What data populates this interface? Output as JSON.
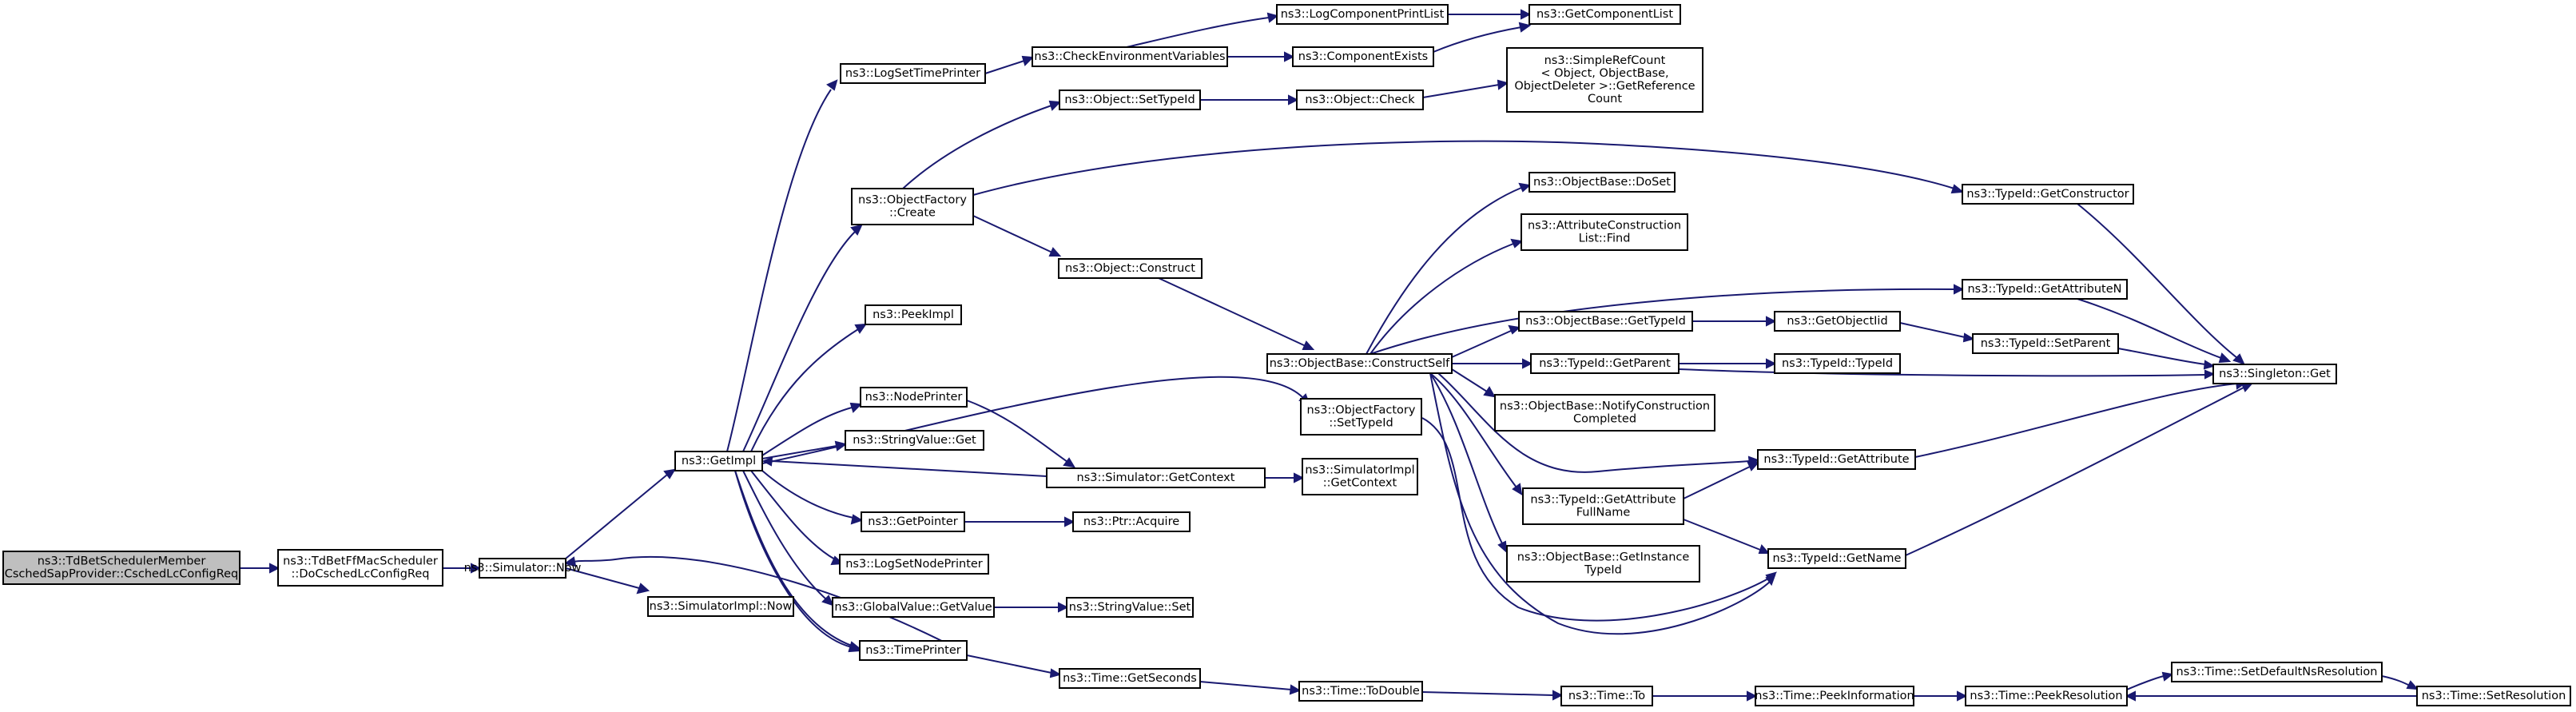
{
  "graph": {
    "edge_color": "#191970",
    "root_fill": "#bfbfbf",
    "node_fill": "#ffffff",
    "nodes": [
      {
        "id": "root",
        "root": true,
        "lines": [
          "ns3::TdBetSchedulerMember",
          "CschedSapProvider::CschedLcConfigReq"
        ]
      },
      {
        "id": "docsched",
        "lines": [
          "ns3::TdBetFfMacScheduler",
          "::DoCschedLcConfigReq"
        ]
      },
      {
        "id": "simnow",
        "lines": [
          "ns3::Simulator::Now"
        ]
      },
      {
        "id": "getimpl",
        "lines": [
          "ns3::GetImpl"
        ]
      },
      {
        "id": "simimplnow",
        "lines": [
          "ns3::SimulatorImpl::Now"
        ]
      },
      {
        "id": "logsettp",
        "lines": [
          "ns3::LogSetTimePrinter"
        ]
      },
      {
        "id": "checkenv",
        "lines": [
          "ns3::CheckEnvironmentVariables"
        ]
      },
      {
        "id": "logcpl",
        "lines": [
          "ns3::LogComponentPrintList"
        ]
      },
      {
        "id": "getcomplist",
        "lines": [
          "ns3::GetComponentList"
        ]
      },
      {
        "id": "compexists",
        "lines": [
          "ns3::ComponentExists"
        ]
      },
      {
        "id": "ofcreate",
        "lines": [
          "ns3::ObjectFactory",
          "::Create"
        ]
      },
      {
        "id": "objsettypeid",
        "lines": [
          "ns3::Object::SetTypeId"
        ]
      },
      {
        "id": "objcheck",
        "lines": [
          "ns3::Object::Check"
        ]
      },
      {
        "id": "simplerefcount",
        "lines": [
          "ns3::SimpleRefCount",
          "< Object, ObjectBase,",
          " ObjectDeleter >::GetReference",
          "Count"
        ]
      },
      {
        "id": "typeidgetctor",
        "lines": [
          "ns3::TypeId::GetConstructor"
        ]
      },
      {
        "id": "objconstruct",
        "lines": [
          "ns3::Object::Construct"
        ]
      },
      {
        "id": "peekimpl",
        "lines": [
          "ns3::PeekImpl"
        ]
      },
      {
        "id": "nodeprinter",
        "lines": [
          "ns3::NodePrinter"
        ]
      },
      {
        "id": "strvalget",
        "lines": [
          "ns3::StringValue::Get"
        ]
      },
      {
        "id": "simgetctx",
        "lines": [
          "ns3::Simulator::GetContext"
        ]
      },
      {
        "id": "simimplgetctx",
        "lines": [
          "ns3::SimulatorImpl",
          "::GetContext"
        ]
      },
      {
        "id": "getpointer",
        "lines": [
          "ns3::GetPointer"
        ]
      },
      {
        "id": "ptracquire",
        "lines": [
          "ns3::Ptr::Acquire"
        ]
      },
      {
        "id": "logsetnp",
        "lines": [
          "ns3::LogSetNodePrinter"
        ]
      },
      {
        "id": "gvgetvalue",
        "lines": [
          "ns3::GlobalValue::GetValue"
        ]
      },
      {
        "id": "strvalset",
        "lines": [
          "ns3::StringValue::Set"
        ]
      },
      {
        "id": "timeprinter",
        "lines": [
          "ns3::TimePrinter"
        ]
      },
      {
        "id": "timegetsec",
        "lines": [
          "ns3::Time::GetSeconds"
        ]
      },
      {
        "id": "timetodouble",
        "lines": [
          "ns3::Time::ToDouble"
        ]
      },
      {
        "id": "timeto",
        "lines": [
          "ns3::Time::To"
        ]
      },
      {
        "id": "timepeekinfo",
        "lines": [
          "ns3::Time::PeekInformation"
        ]
      },
      {
        "id": "timepeekres",
        "lines": [
          "ns3::Time::PeekResolution"
        ]
      },
      {
        "id": "timesetdefns",
        "lines": [
          "ns3::Time::SetDefaultNsResolution"
        ]
      },
      {
        "id": "timesetres",
        "lines": [
          "ns3::Time::SetResolution"
        ]
      },
      {
        "id": "ofsettypeid",
        "lines": [
          "ns3::ObjectFactory",
          "::SetTypeId"
        ]
      },
      {
        "id": "obconstructself",
        "lines": [
          "ns3::ObjectBase::ConstructSelf"
        ]
      },
      {
        "id": "obdoset",
        "lines": [
          "ns3::ObjectBase::DoSet"
        ]
      },
      {
        "id": "attrconsfind",
        "lines": [
          "ns3::AttributeConstruction",
          "List::Find"
        ]
      },
      {
        "id": "obgettypeid",
        "lines": [
          "ns3::ObjectBase::GetTypeId"
        ]
      },
      {
        "id": "getobjectiid",
        "lines": [
          "ns3::GetObjectIid"
        ]
      },
      {
        "id": "typeidgetparent",
        "lines": [
          "ns3::TypeId::GetParent"
        ]
      },
      {
        "id": "typeidtypeid",
        "lines": [
          "ns3::TypeId::TypeId"
        ]
      },
      {
        "id": "obnotify",
        "lines": [
          "ns3::ObjectBase::NotifyConstruction",
          "Completed"
        ]
      },
      {
        "id": "typeidgetattrfull",
        "lines": [
          "ns3::TypeId::GetAttribute",
          "FullName"
        ]
      },
      {
        "id": "obgetinst",
        "lines": [
          "ns3::ObjectBase::GetInstance",
          "TypeId"
        ]
      },
      {
        "id": "typeidgetattrn",
        "lines": [
          "ns3::TypeId::GetAttributeN"
        ]
      },
      {
        "id": "typeidsetparent",
        "lines": [
          "ns3::TypeId::SetParent"
        ]
      },
      {
        "id": "singletonget",
        "lines": [
          "ns3::Singleton::Get"
        ]
      },
      {
        "id": "typeidgetattr",
        "lines": [
          "ns3::TypeId::GetAttribute"
        ]
      },
      {
        "id": "typeidgetname",
        "lines": [
          "ns3::TypeId::GetName"
        ]
      }
    ]
  }
}
